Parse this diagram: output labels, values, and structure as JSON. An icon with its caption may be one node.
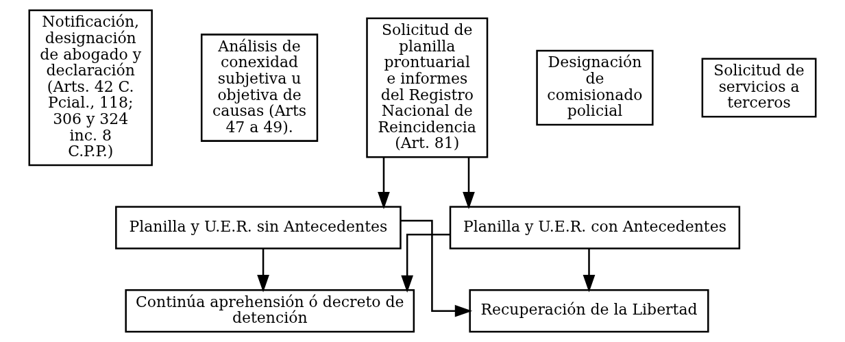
{
  "diagram": {
    "nodes": [
      {
        "text": [
          "Notificación, designación de abogado y declaración (Arts. 42 C. Pcial., 118; 306 y 324 inc. 8 C.P.P.)"
        ]
      },
      {
        "text": [
          "Análisis de conexidad subjetiva u objetiva de causas (Arts 47 a 49)."
        ]
      },
      {
        "text": [
          "Solicitud de planilla prontuarial e informes del Registro Nacional de Reincidencia (Art. 81)"
        ]
      },
      {
        "text": [
          "Designación de comisionado policial"
        ]
      },
      {
        "text": [
          "Solicitud de servicios a terceros"
        ]
      },
      {
        "text": [
          "Planilla y U.E.R. sin Antecedentes"
        ]
      },
      {
        "text": [
          "Planilla y U.E.R. con Antecedentes"
        ]
      },
      {
        "text": [
          "Continúa aprehensión ó decreto de detención"
        ]
      },
      {
        "text": [
          "Recuperación de la Libertad"
        ]
      }
    ],
    "edges": [
      {
        "from": 2,
        "to": 5,
        "arrow": "to"
      },
      {
        "from": 2,
        "to": 6,
        "arrow": "to"
      },
      {
        "from": 5,
        "to": 7,
        "arrow": "to"
      },
      {
        "from": 5,
        "to": 8,
        "arrow": "to"
      },
      {
        "from": 6,
        "to": 7,
        "arrow": "to"
      },
      {
        "from": 6,
        "to": 8,
        "arrow": "to"
      }
    ]
  }
}
